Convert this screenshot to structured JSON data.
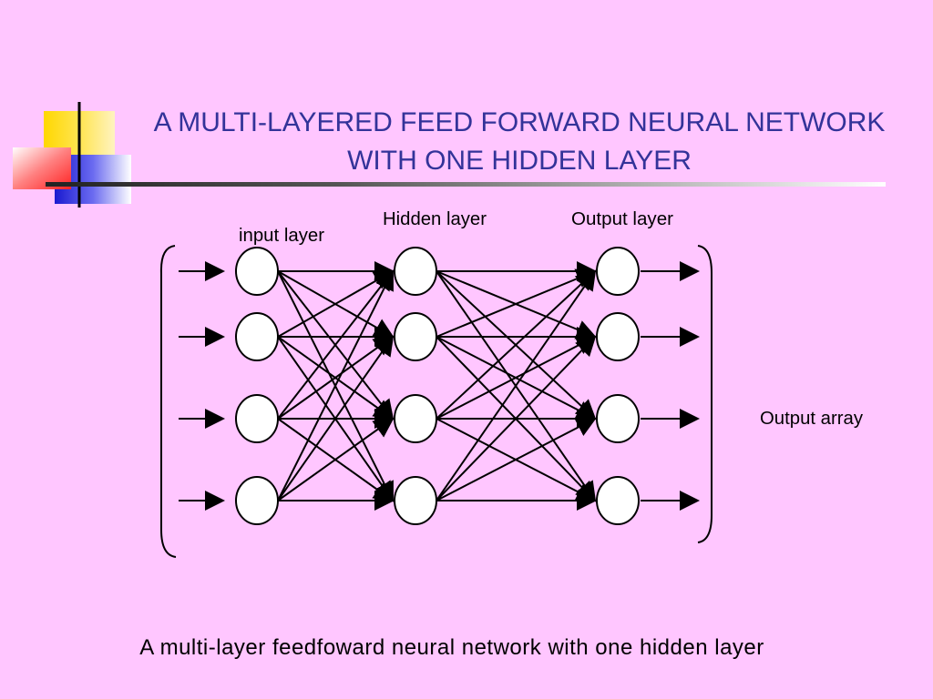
{
  "slide": {
    "title_line1": "A MULTI-LAYERED FEED FORWARD NEURAL NETWORK",
    "title_line2": "WITH ONE HIDDEN LAYER",
    "caption": "A multi-layer feedfoward neural network with one hidden layer"
  },
  "diagram": {
    "labels": {
      "input": "input layer",
      "hidden": "Hidden layer",
      "output": "Output layer",
      "output_array": "Output array"
    },
    "layers": [
      {
        "name": "input",
        "nodes": 4
      },
      {
        "name": "hidden",
        "nodes": 4
      },
      {
        "name": "output",
        "nodes": 4
      }
    ]
  },
  "colors": {
    "background": "#ffc6ff",
    "title": "#333399",
    "deco_yellow": "#ffd700",
    "deco_red": "#ff3333",
    "deco_blue": "#2222dd"
  }
}
